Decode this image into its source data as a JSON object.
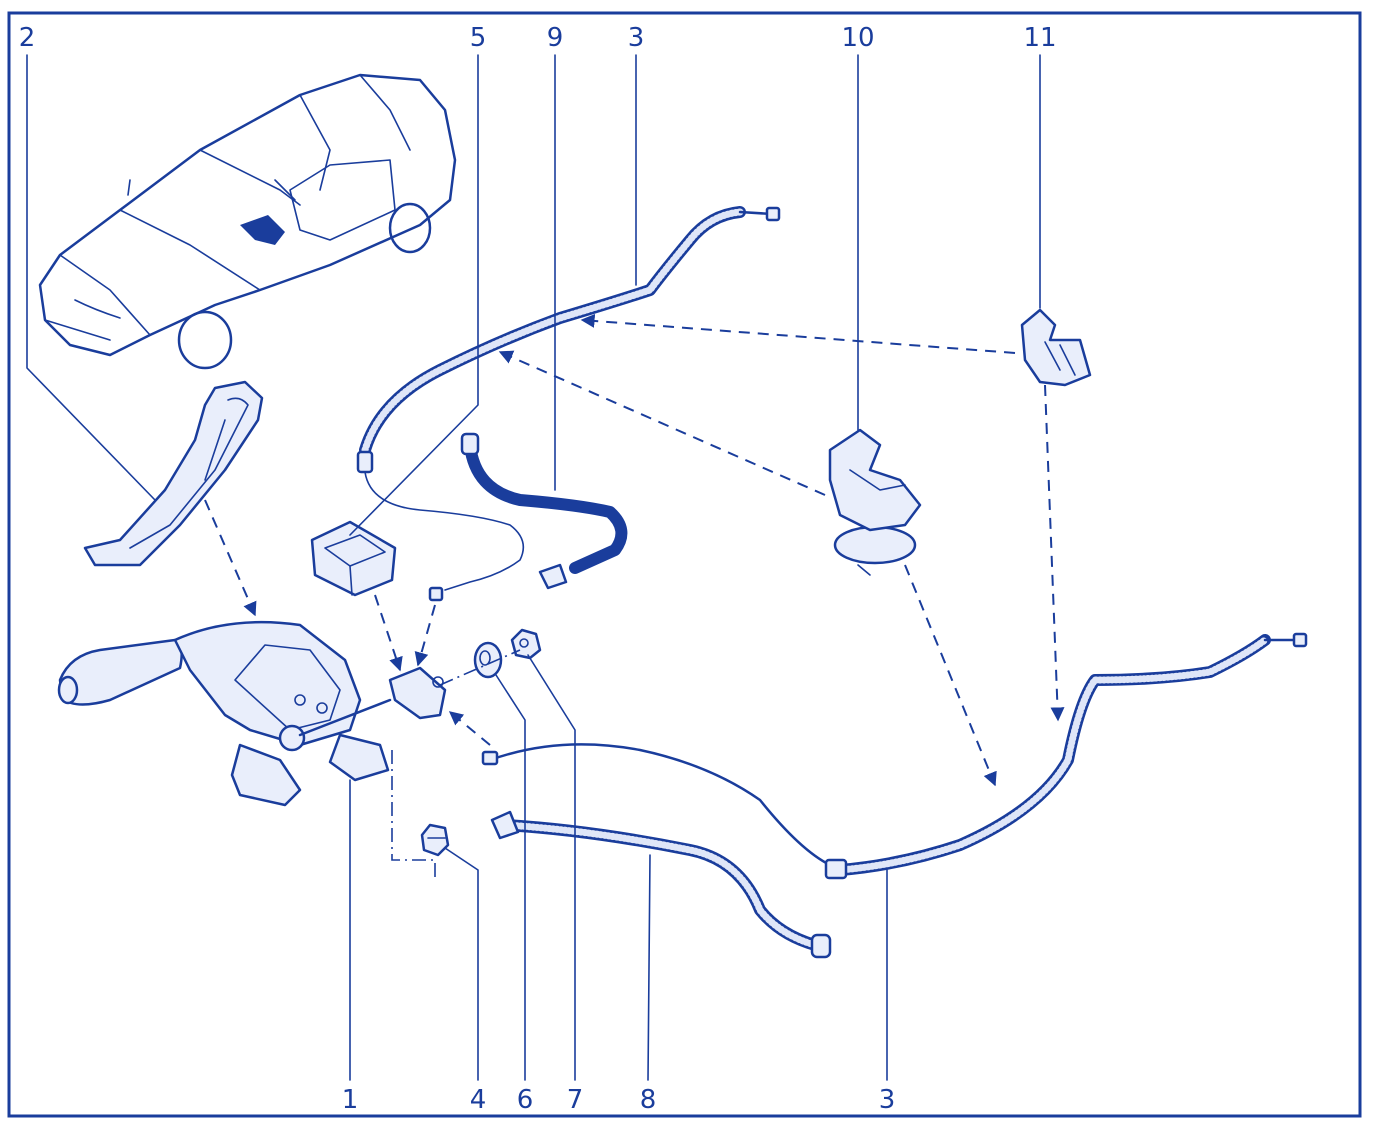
{
  "diagram": {
    "line_color": "#1a3d9c",
    "background": "#ffffff",
    "callouts": [
      "2",
      "5",
      "9",
      "3",
      "10",
      "11",
      "1",
      "4",
      "6",
      "7",
      "8",
      "3"
    ]
  },
  "callouts": {
    "c2": "2",
    "c5": "5",
    "c9": "9",
    "c3_top": "3",
    "c10": "10",
    "c11": "11",
    "c1": "1",
    "c4": "4",
    "c6": "6",
    "c7": "7",
    "c8": "8",
    "c3_bottom": "3"
  }
}
